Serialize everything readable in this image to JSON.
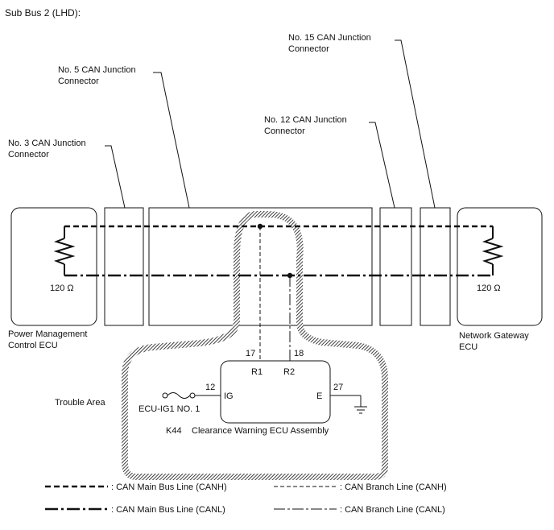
{
  "title": "Sub Bus 2 (LHD):",
  "connectors": {
    "no3": [
      "No. 3 CAN Junction",
      "Connector"
    ],
    "no5": [
      "No. 5 CAN Junction",
      "Connector"
    ],
    "no12": [
      "No. 12 CAN Junction",
      "Connector"
    ],
    "no15": [
      "No. 15 CAN Junction",
      "Connector"
    ]
  },
  "ecus": {
    "left": [
      "Power Management",
      "Control ECU"
    ],
    "right": [
      "Network Gateway",
      "ECU"
    ],
    "left_resistor": "120 Ω",
    "right_resistor": "120 Ω"
  },
  "trouble_area": "Trouble Area",
  "clearance_ecu": {
    "pins": {
      "r1_num": "17",
      "r2_num": "18",
      "ig_num": "12",
      "e_num": "27"
    },
    "pin_names": {
      "r1": "R1",
      "r2": "R2",
      "ig": "IG",
      "e": "E"
    },
    "fuse_label": "ECU-IG1 NO. 1",
    "connector_code": "K44",
    "name": "Clearance Warning ECU Assembly"
  },
  "legend": {
    "main_canh": ": CAN Main Bus Line (CANH)",
    "branch_canh": ": CAN Branch Line (CANH)",
    "main_canl": ": CAN Main Bus Line (CANL)",
    "branch_canl": ": CAN Branch Line (CANL)"
  }
}
